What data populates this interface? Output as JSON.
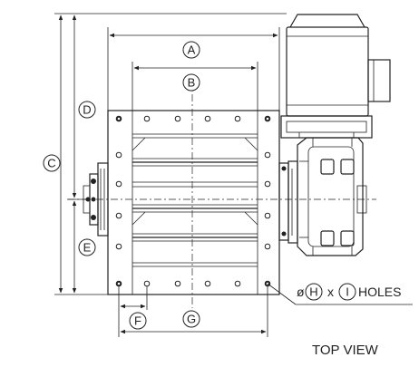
{
  "labels": {
    "A": "A",
    "B": "B",
    "C": "C",
    "D": "D",
    "E": "E",
    "F": "F",
    "G": "G",
    "H": "H",
    "I": "I"
  },
  "holes_note": {
    "prefix": "ø",
    "mid": "x",
    "suffix": "HOLES"
  },
  "view_title": "TOP VIEW"
}
